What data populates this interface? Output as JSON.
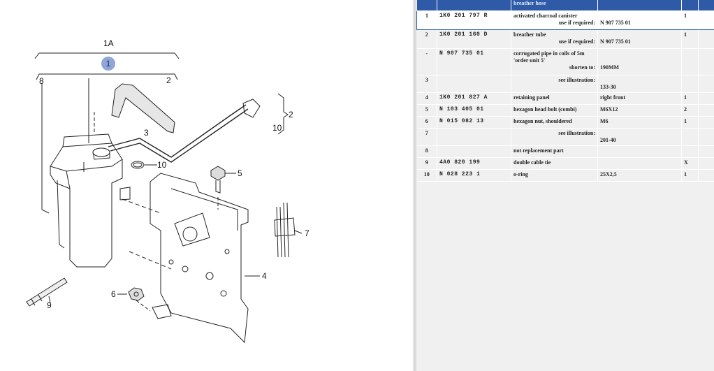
{
  "diagram": {
    "callouts": {
      "c1A": "1A",
      "c1": "1",
      "c2a": "2",
      "c2b": "2",
      "c3": "3",
      "c4": "4",
      "c5": "5",
      "c6": "6",
      "c7": "7",
      "c8": "8",
      "c9": "9",
      "c10a": "10",
      "c10b": "10"
    }
  },
  "parts_table": {
    "header_fragment": "breather hose",
    "rows": [
      {
        "pos": "1",
        "part_no": "1K0  201  797  R",
        "desc": "activated charcoal canister",
        "sub_label": "use if required:",
        "remark": "N 907 735 01",
        "qty": "1",
        "selected": true
      },
      {
        "pos": "2",
        "part_no": "1K0  201  160  D",
        "desc": "breather tube",
        "sub_label": "use if required:",
        "remark": "N 907 735 01",
        "qty": "1"
      },
      {
        "pos": "-",
        "part_no": "N    907  735  01",
        "desc": "corrugated pipe in coils of 5m",
        "desc2": "'order unit 5'",
        "sub_label": "shorten to:",
        "remark": "190MM",
        "qty": ""
      },
      {
        "pos": "3",
        "part_no": "",
        "desc": "",
        "sub_label": "see illustration:",
        "remark": "133-30",
        "qty": ""
      },
      {
        "pos": "4",
        "part_no": "1K0  201  827  A",
        "desc": "retaining panel",
        "sub_label": "",
        "remark": "right front",
        "qty": "1"
      },
      {
        "pos": "5",
        "part_no": "N    103  405  01",
        "desc": "hexagon head bolt (combi)",
        "sub_label": "",
        "remark": "M6X12",
        "qty": "2"
      },
      {
        "pos": "6",
        "part_no": "N    015  082  13",
        "desc": "hexagon nut, shouldered",
        "sub_label": "",
        "remark": "M6",
        "qty": "1"
      },
      {
        "pos": "7",
        "part_no": "",
        "desc": "",
        "sub_label": "see illustration:",
        "remark": "201-40",
        "qty": ""
      },
      {
        "pos": "8",
        "part_no": "",
        "desc": "not replacement part",
        "sub_label": "",
        "remark": "",
        "qty": ""
      },
      {
        "pos": "9",
        "part_no": "4A0  820  199",
        "desc": "double cable tie",
        "sub_label": "",
        "remark": "",
        "qty": "X"
      },
      {
        "pos": "10",
        "part_no": "N    028  223  1",
        "desc": "o-ring",
        "sub_label": "",
        "remark": "25X2,5",
        "qty": "1"
      }
    ]
  }
}
